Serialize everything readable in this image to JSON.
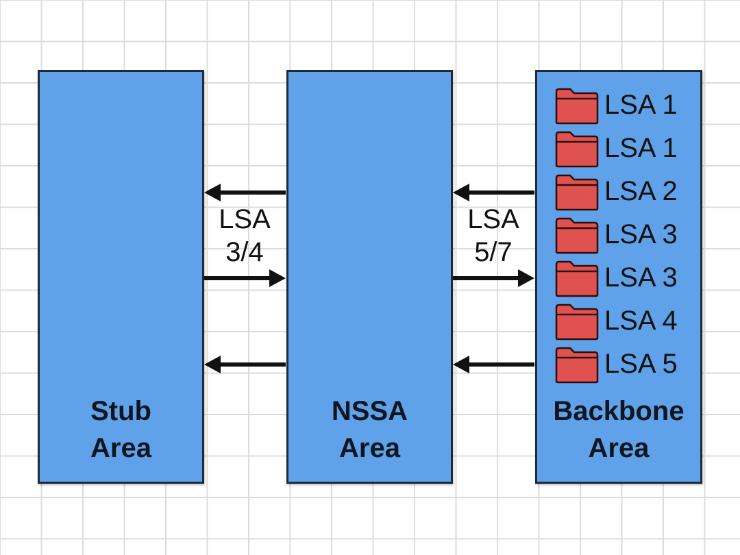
{
  "areas": {
    "stub": {
      "line1": "Stub",
      "line2": "Area"
    },
    "nssa": {
      "line1": "NSSA",
      "line2": "Area"
    },
    "backbone": {
      "line1": "Backbone",
      "line2": "Area"
    }
  },
  "links": {
    "stub_nssa": {
      "line1": "LSA",
      "line2": "3/4"
    },
    "nssa_backbone": {
      "line1": "LSA",
      "line2": "5/7"
    }
  },
  "backbone_lsas": [
    "LSA 1",
    "LSA 1",
    "LSA 2",
    "LSA 3",
    "LSA 3",
    "LSA 4",
    "LSA 5"
  ],
  "colors": {
    "area_fill": "#5fa2ea",
    "area_border": "#1e2a38",
    "folder": "#e0524f",
    "arrow": "#111111"
  },
  "icons": {
    "lsa_item": "folder-icon"
  }
}
